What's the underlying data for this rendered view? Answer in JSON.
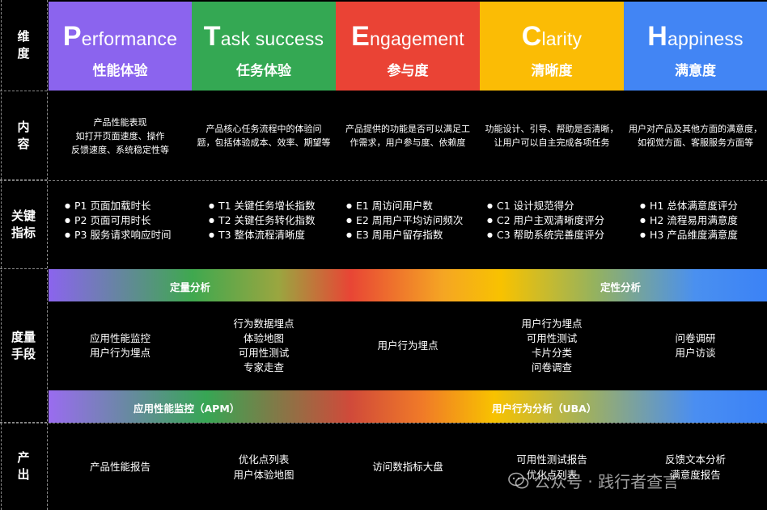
{
  "colors": {
    "performance": "#8b64ee",
    "task_success": "#34a853",
    "engagement": "#ea4335",
    "clarity": "#fbbc05",
    "happiness": "#4285f4"
  },
  "rows": {
    "dimension": "维\n度",
    "content": "内\n容",
    "metrics": "关键\n指标",
    "measurement": "度量\n手段",
    "output": "产\n出"
  },
  "dimensions": [
    {
      "initial": "P",
      "rest": "erformance",
      "zh": "性能体验"
    },
    {
      "initial": "T",
      "rest": "ask success",
      "zh": "任务体验"
    },
    {
      "initial": "E",
      "rest": "ngagement",
      "zh": "参与度"
    },
    {
      "initial": "C",
      "rest": "larity",
      "zh": "清晰度"
    },
    {
      "initial": "H",
      "rest": "appiness",
      "zh": "满意度"
    }
  ],
  "contents": [
    "产品性能表现\n如打开页面速度、操作\n反馈速度、系统稳定性等",
    "产品核心任务流程中的体验问\n题，包括体验成本、效率、期望等",
    "产品提供的功能是否可以满足工\n作需求，用户参与度、依赖度",
    "功能设计、引导、帮助是否清晰，\n让用户可以自主完成各项任务",
    "用户对产品及其他方面的满意度，\n如视觉方面、客服服务方面等"
  ],
  "metrics": [
    [
      "P1 页面加载时长",
      "P2 页面可用时长",
      "P3 服务请求响应时间"
    ],
    [
      "T1 关键任务增长指数",
      "T2 关键任务转化指数",
      "T3 整体流程清晰度"
    ],
    [
      "E1 周访问用户数",
      "E2 周用户平均访问频次",
      "E3 周用户留存指数"
    ],
    [
      "C1 设计规范得分",
      "C2 用户主观清晰度评分",
      "C3 帮助系统完善度评分"
    ],
    [
      "H1 总体满意度评分",
      "H2 流程易用满意度",
      "H3 产品维度满意度"
    ]
  ],
  "bands": {
    "quantitative": "定量分析",
    "qualitative": "定性分析",
    "apm": "应用性能监控（APM）",
    "uba": "用户行为分析（UBA）"
  },
  "measurements": [
    "应用性能监控\n用户行为埋点",
    "行为数据埋点\n体验地图\n可用性测试\n专家走查",
    "用户行为埋点",
    "用户行为埋点\n可用性测试\n卡片分类\n问卷调查",
    "问卷调研\n用户访谈"
  ],
  "outputs": [
    "产品性能报告",
    "优化点列表\n用户体验地图",
    "访问数指标大盘",
    "可用性测试报告\n优化点列表",
    "反馈文本分析\n满意度报告"
  ],
  "watermark": "公众号 · 践行者查言",
  "icons": {
    "watermark": "wechat-icon"
  }
}
